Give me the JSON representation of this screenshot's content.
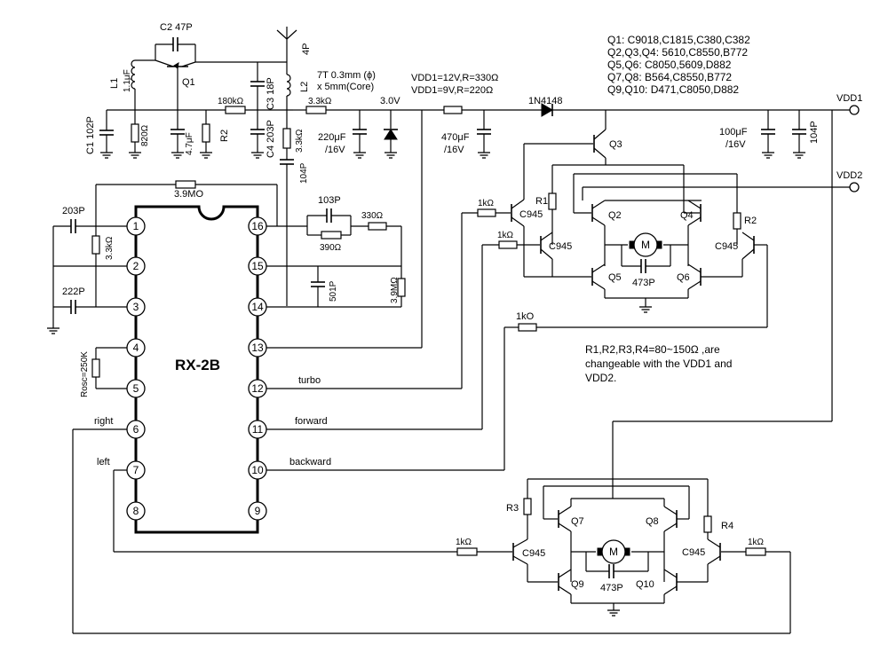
{
  "ic": {
    "name": "RX-2B",
    "pins_left": [
      "1",
      "2",
      "3",
      "4",
      "5",
      "6",
      "7",
      "8"
    ],
    "pins_right": [
      "16",
      "15",
      "14",
      "13",
      "12",
      "11",
      "10",
      "9"
    ]
  },
  "pin_labels": {
    "turbo": "turbo",
    "forward": "forward",
    "backward": "backward",
    "right": "right",
    "left": "left"
  },
  "rf": {
    "c2": "C2 47P",
    "l1": "L1",
    "l1v": "1.1μF",
    "q1": "Q1",
    "c1": "C1 102P",
    "r820": "820Ω",
    "c47": "4.7μF",
    "r2": "R2",
    "r180": "180kΩ",
    "c3": "C3 18P",
    "l2": "L2",
    "c4": "C4 203P",
    "ant": "4P",
    "coil1": "7T 0.3mm (ϕ)",
    "coil2": "x 5mm(Core)",
    "r33a": "3.3kΩ",
    "r33b": "3.3kΩ",
    "v30": "3.0V",
    "c220a": "220μF",
    "c220b": "/16V",
    "c104": "104P"
  },
  "supply": {
    "vdd_note1": "VDD1=12V,R=330Ω",
    "vdd_note2": "VDD1=9V,R=220Ω",
    "diode": "1N4148",
    "c470a": "470μF",
    "c470b": "/16V",
    "c100a": "100μF",
    "c100b": "/16V",
    "c104b": "104P",
    "vdd1": "VDD1",
    "vdd2": "VDD2"
  },
  "bom": [
    "Q1: C9018,C1815,C380,C382",
    "Q2,Q3,Q4: 5610,C8550,B772",
    "Q5,Q6: C8050,5609,D882",
    "Q7,Q8: B564,C8550,B772",
    "Q9,Q10: D471,C8050,D882"
  ],
  "ext": {
    "c203": "203P",
    "r33k": "3.3kΩ",
    "c222": "222P",
    "rosc": "Rosc=250K",
    "r39m": "3.9MO",
    "c103": "103P",
    "r330": "330Ω",
    "r390": "390Ω",
    "c501": "501P",
    "r39m2": "3.9MΩ",
    "r1ko": "1kO"
  },
  "bridge1": {
    "r1k_a": "1kΩ",
    "r1k_b": "1kΩ",
    "c945a": "C945",
    "c945b": "C945",
    "c945c": "C945",
    "r1": "R1",
    "r2": "R2",
    "q3": "Q3",
    "q2": "Q2",
    "q4": "Q4",
    "q5": "Q5",
    "q6": "Q6",
    "motor": "M",
    "cap": "473P"
  },
  "bridge2": {
    "r3": "R3",
    "r4": "R4",
    "q7": "Q7",
    "q8": "Q8",
    "q9": "Q9",
    "q10": "Q10",
    "r1k_a": "1kΩ",
    "r1k_b": "1kΩ",
    "c945a": "C945",
    "c945b": "C945",
    "motor": "M",
    "cap": "473P"
  },
  "note": {
    "line1": "R1,R2,R3,R4=80~150Ω ,are",
    "line2": "changeable with the VDD1 and",
    "line3": "VDD2."
  }
}
